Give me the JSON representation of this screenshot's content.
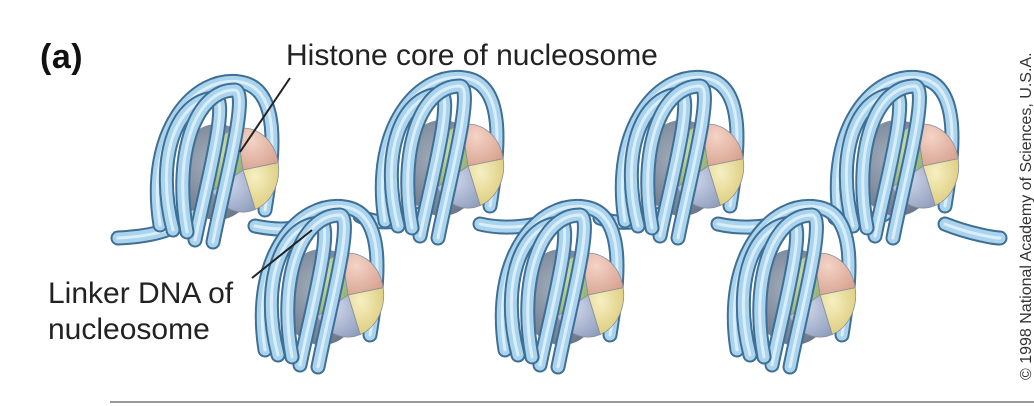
{
  "panel_label": "(a)",
  "labels": {
    "histone": "Histone core of nucleosome",
    "linker_line1": "Linker DNA of",
    "linker_line2": "nucleosome"
  },
  "copyright": "© 1998 National Academy of Sciences, U.S.A.",
  "colors": {
    "dna_fill": "#aad4ee",
    "dna_stroke": "#3f6f95",
    "histone_back": "#7d8a9c",
    "wedge_pink": "#e3b5a5",
    "wedge_yellow": "#e9dc96",
    "wedge_blue": "#adb9d3",
    "wedge_green": "#a6c587"
  }
}
